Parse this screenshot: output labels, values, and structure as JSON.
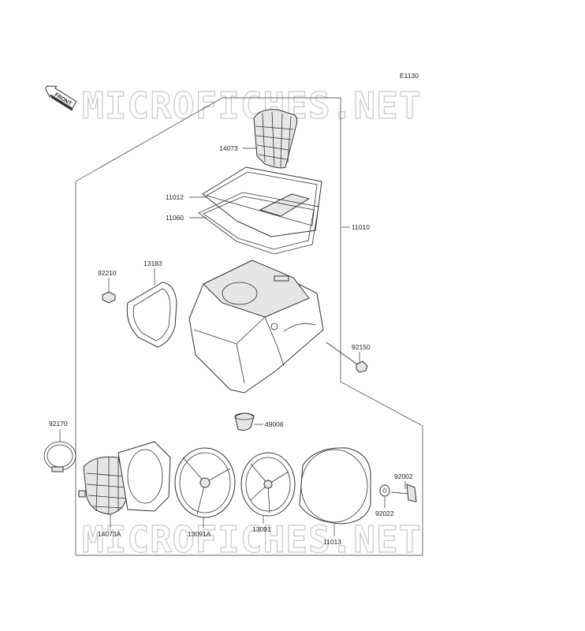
{
  "diagram_code": "E1130",
  "front_label": "FRONT",
  "watermark": "MICROFICHES.NET",
  "parts": {
    "p14073": "14073",
    "p11012": "11012",
    "p11060": "11060",
    "p11010": "11010",
    "p92210": "92210",
    "p13183": "13183",
    "p92150": "92150",
    "p49006": "49006",
    "p92170": "92170",
    "p14073A": "14073A",
    "p13091A": "13091A",
    "p13091": "13091",
    "p11013": "11013",
    "p92002": "92002",
    "p92022": "92022"
  }
}
